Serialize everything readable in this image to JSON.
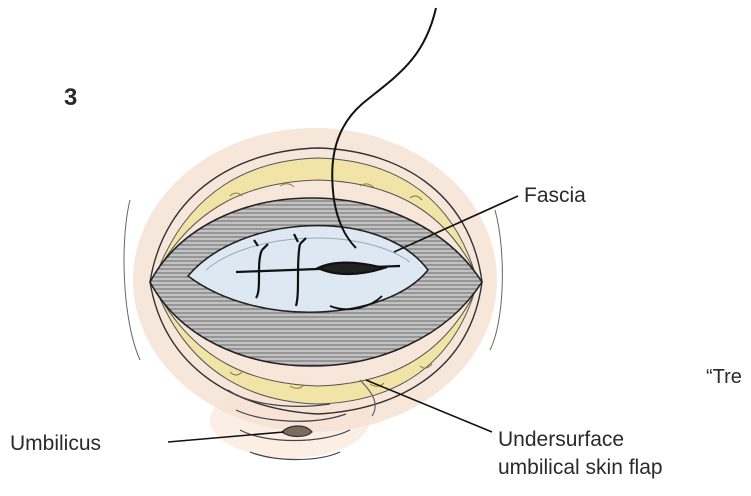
{
  "figure": {
    "step_number": "3",
    "labels": {
      "fascia": "Fascia",
      "umbilicus": "Umbilicus",
      "undersurface_line1": "Undersurface",
      "undersurface_line2": "umbilical skin flap",
      "cropped_text": "“Tre"
    },
    "colors": {
      "background": "#ffffff",
      "skin_halo": "#f3ddcc",
      "fat_yellow": "#f1e4a6",
      "muscle_gray": "#b8b8b8",
      "fascia_blue": "#dde8f3",
      "ink": "#222222",
      "text": "#2a2a2a"
    }
  }
}
